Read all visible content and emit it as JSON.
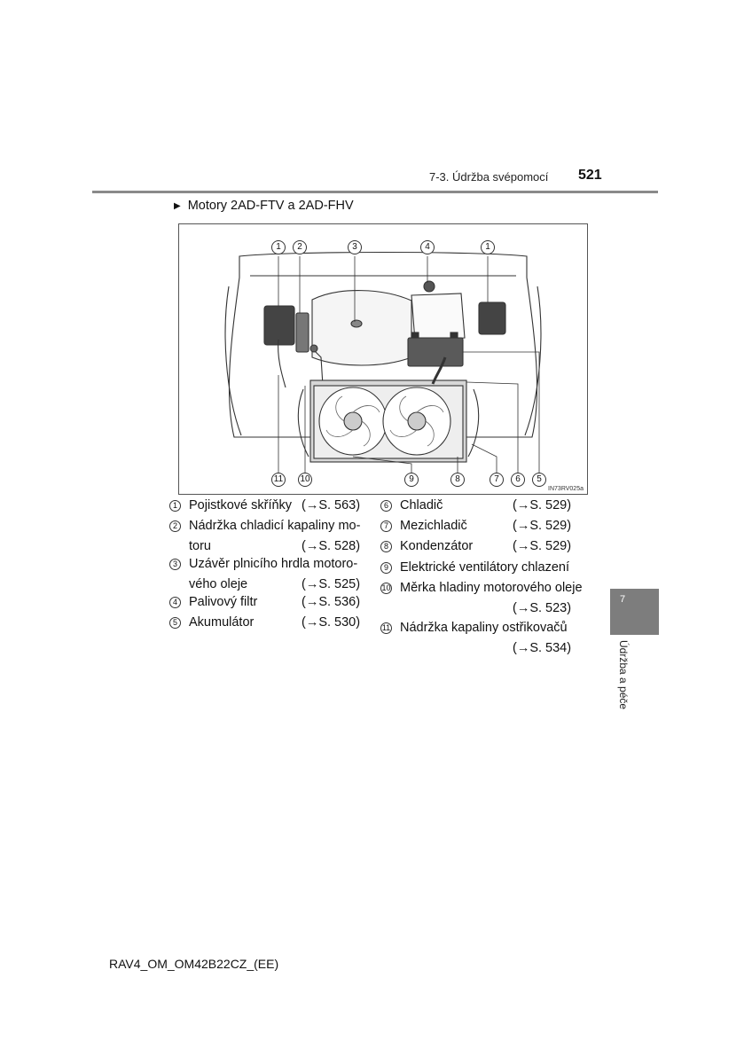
{
  "header": {
    "section": "7-3. Údržba svépomocí",
    "page_number": "521"
  },
  "subheading": "Motory 2AD-FTV a 2AD-FHV",
  "figure": {
    "code": "IN73RV025a",
    "callouts_top": [
      "1",
      "2",
      "3",
      "4",
      "1"
    ],
    "callouts_bottom": [
      "11",
      "10",
      "9",
      "8",
      "7",
      "6",
      "5"
    ]
  },
  "legend_left": [
    {
      "num": "1",
      "label": "Pojistkové skříňky",
      "ref": "(→S. 563)"
    },
    {
      "num": "2",
      "label": "Nádržka chladicí kapaliny mo-",
      "label2": "toru",
      "ref": "(→S. 528)"
    },
    {
      "num": "3",
      "label": "Uzávěr plnicího hrdla motoro-",
      "label2": "vého oleje",
      "ref": "(→S. 525)"
    },
    {
      "num": "4",
      "label": "Palivový filtr",
      "ref": "(→S. 536)"
    },
    {
      "num": "5",
      "label": "Akumulátor",
      "ref": "(→S. 530)"
    }
  ],
  "legend_right": [
    {
      "num": "6",
      "label": "Chladič",
      "ref": "(→S. 529)"
    },
    {
      "num": "7",
      "label": "Mezichladič",
      "ref": "(→S. 529)"
    },
    {
      "num": "8",
      "label": "Kondenzátor",
      "ref": "(→S. 529)"
    },
    {
      "num": "9",
      "label": "Elektrické ventilátory chlazení"
    },
    {
      "num": "10",
      "label": "Měrka hladiny motorového oleje",
      "ref": "(→S. 523)"
    },
    {
      "num": "11",
      "label": "Nádržka kapaliny ostřikovačů",
      "ref": "(→S. 534)"
    }
  ],
  "side_tab": {
    "number": "7",
    "label": "Údržba a péče"
  },
  "footer": "RAV4_OM_OM42B22CZ_(EE)"
}
